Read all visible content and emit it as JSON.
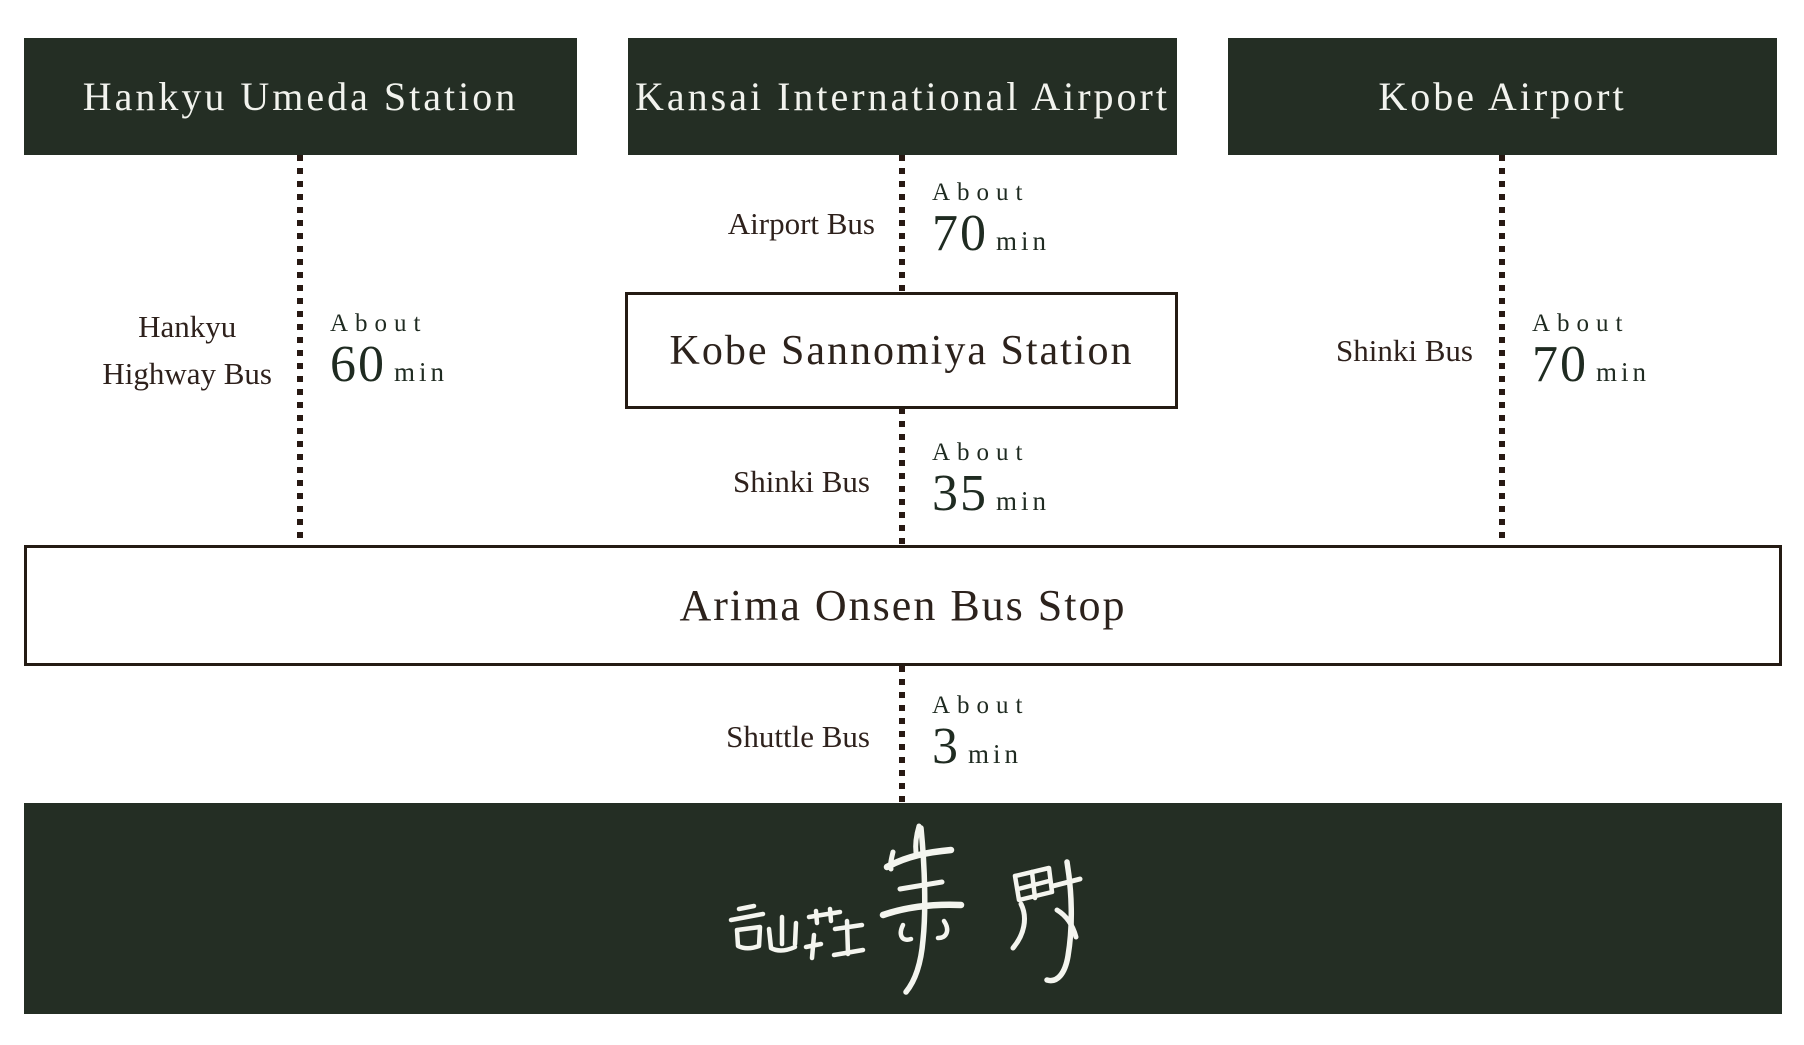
{
  "stations": {
    "hankyu_umeda": "Hankyu Umeda Station",
    "kansai_airport": "Kansai International Airport",
    "kobe_airport": "Kobe Airport",
    "kobe_sannomiya": "Kobe Sannomiya Station",
    "arima_bus_stop": "Arima Onsen Bus Stop"
  },
  "legs": {
    "umeda_to_arima": {
      "bus_line1": "Hankyu",
      "bus_line2": "Highway Bus",
      "about": "About",
      "minutes": "60",
      "unit": "min"
    },
    "kansai_to_sannomiya": {
      "bus": "Airport Bus",
      "about": "About",
      "minutes": "70",
      "unit": "min"
    },
    "sannomiya_to_arima": {
      "bus": "Shinki Bus",
      "about": "About",
      "minutes": "35",
      "unit": "min"
    },
    "kobe_airport_to_arima": {
      "bus": "Shinki Bus",
      "about": "About",
      "minutes": "70",
      "unit": "min"
    },
    "arima_to_hotel": {
      "bus": "Shuttle Bus",
      "about": "About",
      "minutes": "3",
      "unit": "min"
    }
  },
  "hotel": {
    "logo_text": "高山荘 華野"
  },
  "colors": {
    "panel_green": "#242e24",
    "border_dark": "#241b13",
    "dot_brown": "#281913",
    "bus_label_brown": "#2e211c",
    "time_green": "#1f2b21",
    "panel_text": "#f2f3ee"
  }
}
